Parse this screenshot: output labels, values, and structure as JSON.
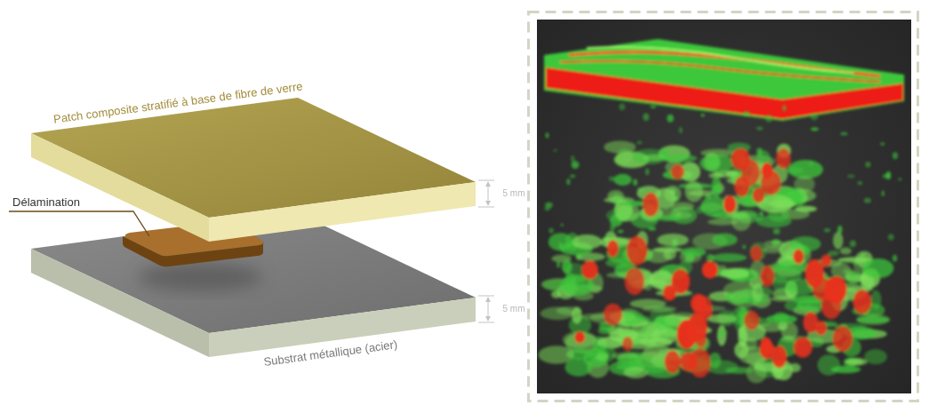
{
  "diagram": {
    "labels": [
      "Patch composite stratifié à base de fibre de verre",
      "5 mm",
      "Délamination",
      "5 mm",
      "Substrat métallique (acier)"
    ]
  }
}
